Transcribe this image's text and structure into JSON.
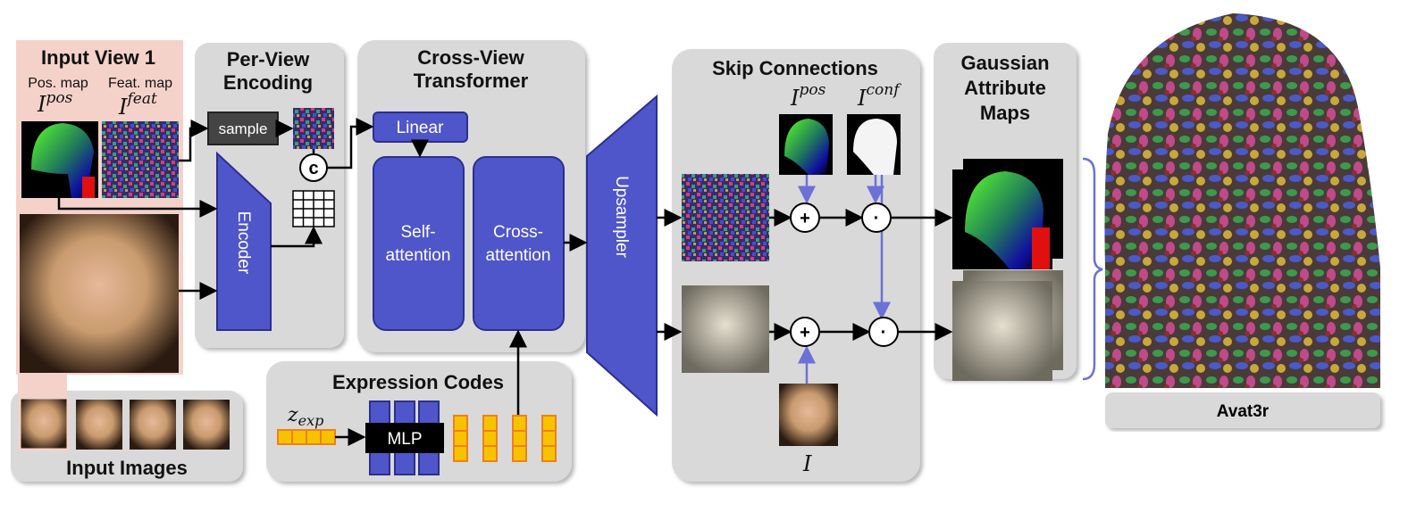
{
  "input_view": {
    "title": "Input View 1",
    "pos_label": "Pos. map",
    "feat_label": "Feat. map",
    "pos_symbol": "I",
    "pos_sup": "pos",
    "feat_symbol": "I",
    "feat_sup": "feat"
  },
  "input_images": {
    "title": "Input Images",
    "count": 4
  },
  "per_view": {
    "title_line1": "Per-View",
    "title_line2": "Encoding",
    "sample_label": "sample",
    "encoder_label": "Encoder",
    "concat_label": "c"
  },
  "cross_view": {
    "title_line1": "Cross-View",
    "title_line2": "Transformer",
    "linear_label": "Linear",
    "self_line1": "Self-",
    "self_line2": "attention",
    "cross_line1": "Cross-",
    "cross_line2": "attention"
  },
  "expression": {
    "title": "Expression Codes",
    "z_symbol": "z",
    "z_sub": "exp",
    "mlp_label": "MLP"
  },
  "upsampler_label": "Upsampler",
  "skip": {
    "title": "Skip Connections",
    "pos_symbol": "I",
    "pos_sup": "pos",
    "conf_symbol": "I",
    "conf_sup": "conf",
    "img_symbol": "I",
    "add_label": "+",
    "mul_label": "·"
  },
  "gaussian": {
    "title_line1": "Gaussian",
    "title_line2": "Attribute",
    "title_line3": "Maps"
  },
  "output": {
    "label": "Avat3r"
  },
  "colors": {
    "block_blue": "#4f56c9",
    "panel_gray": "#d9d9d9",
    "input_pink": "#f4d2ca",
    "code_yellow": "#f7c300",
    "code_border": "#f07f1a",
    "skip_arrow": "#6b71d6"
  }
}
